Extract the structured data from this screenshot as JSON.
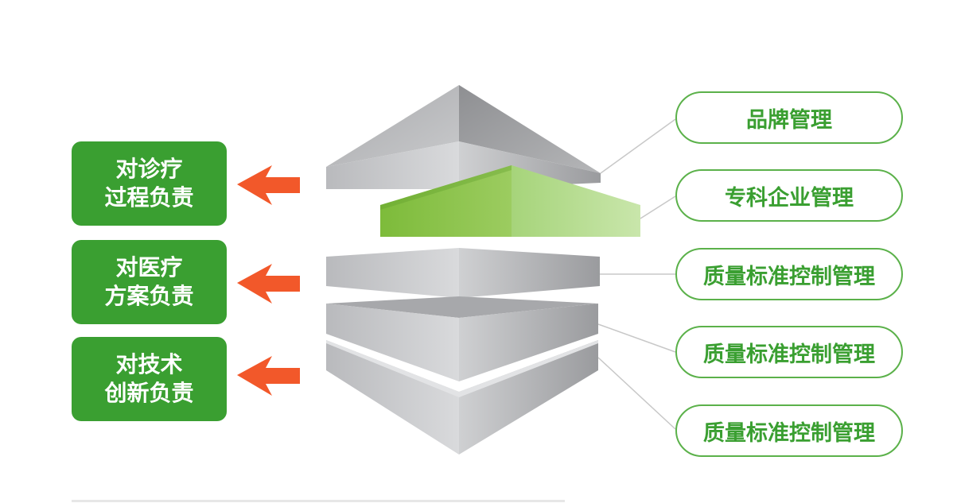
{
  "left_labels": [
    {
      "line1": "对诊疗",
      "line2": "过程负责"
    },
    {
      "line1": "对医疗",
      "line2": "方案负责"
    },
    {
      "line1": "对技术",
      "line2": "创新负责"
    }
  ],
  "right_labels": [
    "品牌管理",
    "专科企业管理",
    "质量标准控制管理",
    "质量标准控制管理",
    "质量标准控制管理"
  ],
  "colors": {
    "green": "#3a9f31",
    "pill_border": "#5bb14a",
    "arrow": "#f2582a",
    "gray_light": "#d6d7d9",
    "gray_dark": "#9a9b9e",
    "layer_green_light": "#b4dc8c",
    "layer_green_dark": "#8cc24e"
  },
  "icons": [
    "left-arrow-icon"
  ]
}
